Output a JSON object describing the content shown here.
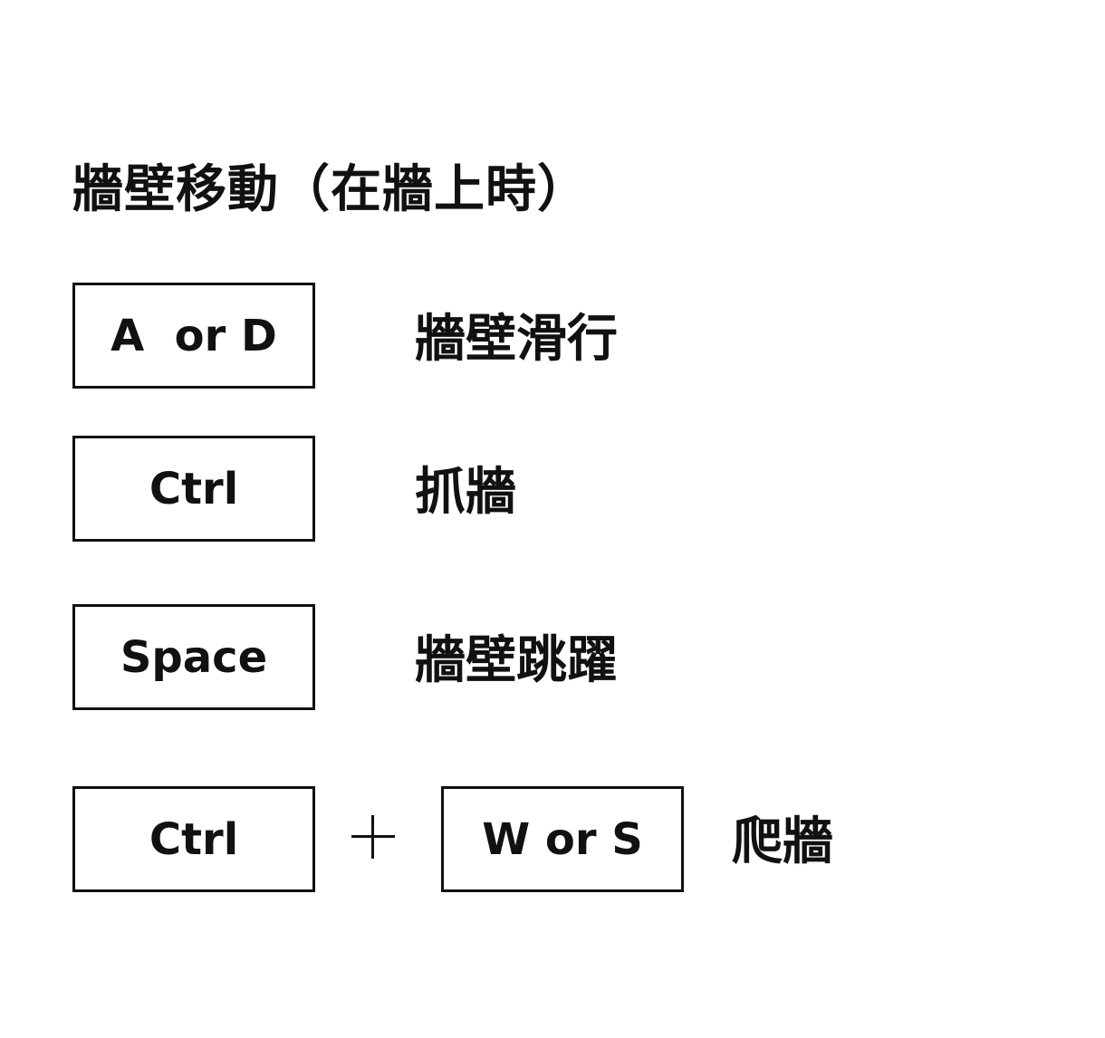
{
  "title": "牆壁移動（在牆上時）",
  "rows": [
    {
      "key": "A  or D",
      "action": "牆壁滑行"
    },
    {
      "key": "Ctrl",
      "action": "抓牆"
    },
    {
      "key": "Space",
      "action": "牆壁跳躍"
    }
  ],
  "combo": {
    "key1": "Ctrl",
    "key2": "W or S",
    "action": "爬牆"
  }
}
